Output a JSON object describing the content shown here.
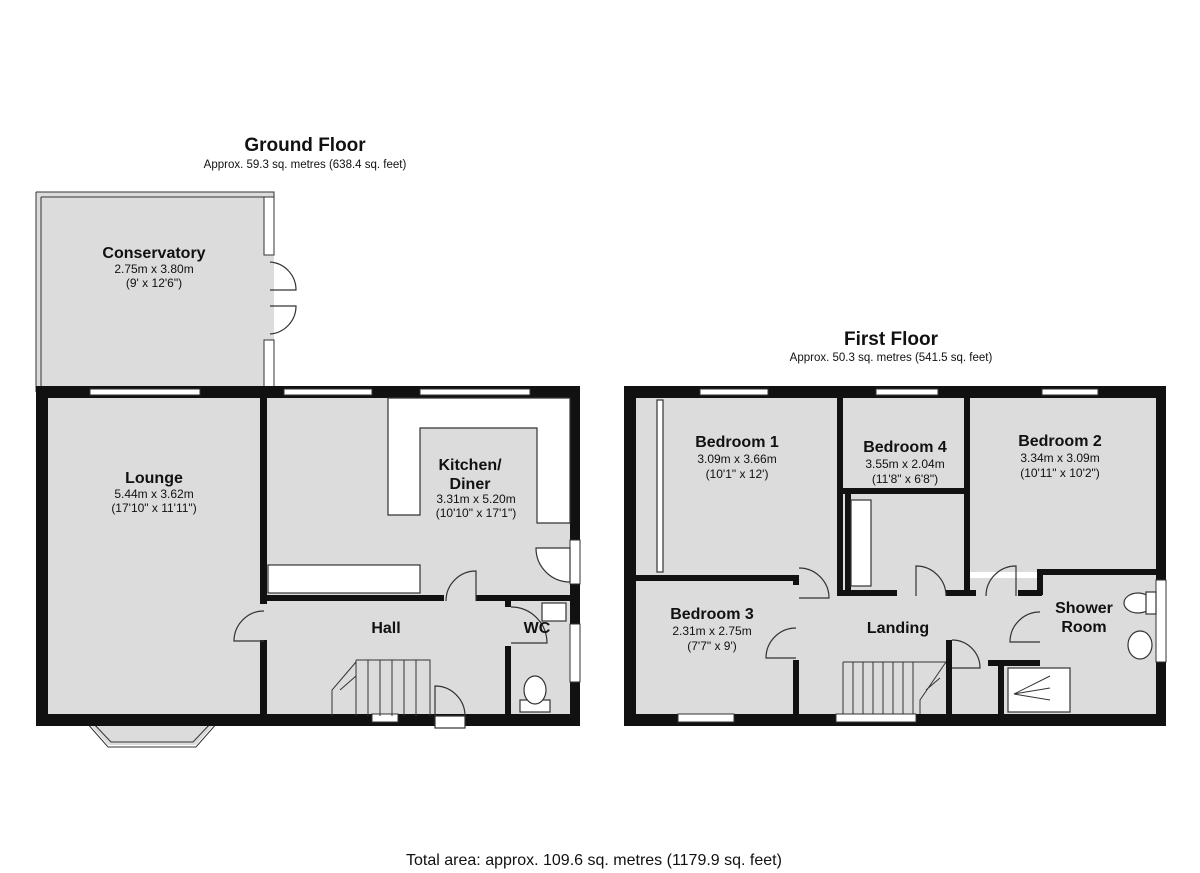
{
  "ground_floor": {
    "title": "Ground Floor",
    "area": "Approx. 59.3 sq. metres (638.4 sq. feet)",
    "rooms": {
      "conservatory": {
        "name": "Conservatory",
        "metric": "2.75m x 3.80m",
        "imperial": "(9' x 12'6\")"
      },
      "lounge": {
        "name": "Lounge",
        "metric": "5.44m x 3.62m",
        "imperial": "(17'10\" x 11'11\")"
      },
      "kitchen": {
        "name_line1": "Kitchen/",
        "name_line2": "Diner",
        "metric": "3.31m x 5.20m",
        "imperial": "(10'10\" x 17'1\")"
      },
      "hall": {
        "name": "Hall"
      },
      "wc": {
        "name": "WC"
      }
    }
  },
  "first_floor": {
    "title": "First Floor",
    "area": "Approx. 50.3 sq. metres (541.5 sq. feet)",
    "rooms": {
      "bedroom1": {
        "name": "Bedroom 1",
        "metric": "3.09m x 3.66m",
        "imperial": "(10'1\" x 12')"
      },
      "bedroom4": {
        "name": "Bedroom 4",
        "metric": "3.55m x 2.04m",
        "imperial": "(11'8\" x 6'8\")"
      },
      "bedroom2": {
        "name": "Bedroom 2",
        "metric": "3.34m x 3.09m",
        "imperial": "(10'11\" x 10'2\")"
      },
      "bedroom3": {
        "name": "Bedroom 3",
        "metric": "2.31m x 2.75m",
        "imperial": "(7'7\" x 9')"
      },
      "landing": {
        "name": "Landing"
      },
      "shower": {
        "name_line1": "Shower",
        "name_line2": "Room"
      }
    }
  },
  "total_area": "Total area: approx. 109.6 sq. metres (1179.9 sq. feet)",
  "colors": {
    "room_fill": "#dcdcdc",
    "wall": "#111111",
    "background": "#ffffff"
  }
}
